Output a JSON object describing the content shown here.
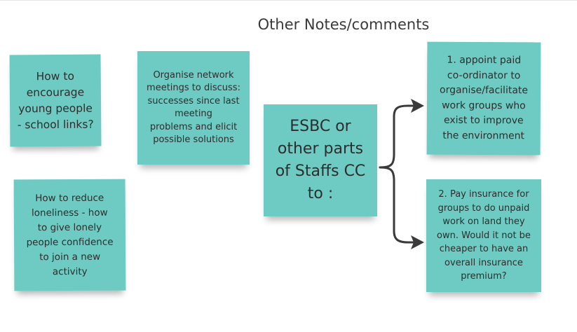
{
  "board": {
    "title": "Other Notes/comments"
  },
  "notes": [
    {
      "text": "How to\nencourage\nyoung people\n- school links?",
      "color": "#6ecbc3"
    },
    {
      "text": "Organise network\nmeetings to discuss:\nsuccesses since last\nmeeting\nproblems and elicit\npossible solutions",
      "color": "#6ecbc3"
    },
    {
      "text": "How to reduce\nloneliness - how\nto give lonely\npeople confidence\nto join a new\nactivity",
      "color": "#6ecbc3"
    },
    {
      "text": "ESBC or\nother parts\nof Staffs CC\nto :",
      "color": "#6ecbc3"
    },
    {
      "text": "1. appoint paid\nco-ordinator to\norganise/facilitate\nwork groups who\nexist to improve\nthe environment",
      "color": "#6ecbc3"
    },
    {
      "text": "2. Pay insurance for\ngroups to do unpaid\nwork on land they\nown. Would it not be\ncheaper to have an\noverall insurance\npremium?",
      "color": "#6ecbc3"
    }
  ],
  "connector": {
    "icon": "bracket-arrow-icon",
    "color": "#3a3a3a"
  }
}
